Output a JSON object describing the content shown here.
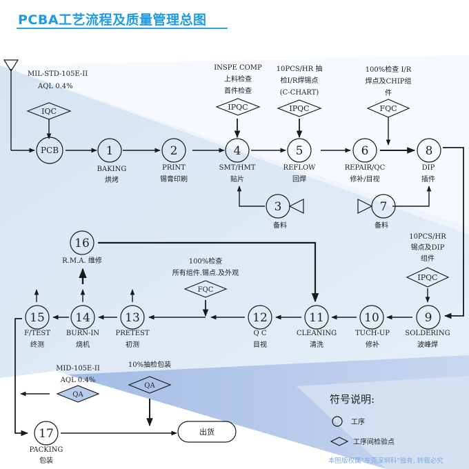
{
  "title": "PCBA工艺流程及质量管理总图",
  "colors": {
    "title": "#1f9ae6",
    "line": "#1a1a1a",
    "bg_light": "#e6eef8",
    "bg_dark": "#a9c0e6",
    "copyright": "#7fa8e6"
  },
  "start": {
    "symbol": "triangle-down",
    "standard": "MIL-STD-105E-II",
    "aql": "AQL 0.4%"
  },
  "checkpoints": {
    "iqc": {
      "label": "IQC"
    },
    "ipqc_smt": {
      "label": "IPQC",
      "notes": [
        "INSPE COMP",
        "上料检查",
        "首件检查"
      ]
    },
    "ipqc_reflow": {
      "label": "IPQC",
      "notes": [
        "10PCS/HR 抽",
        "检I/R焊锡点",
        "(C-CHART)"
      ]
    },
    "fqc_repair": {
      "label": "FQC",
      "notes": [
        "100%检查  I/R",
        "焊点及CHIP组",
        "件"
      ]
    },
    "ipqc_solder": {
      "label": "IPQC",
      "notes": [
        "10PCS/HR",
        "锡点及DIP",
        "组件"
      ]
    },
    "fqc_final": {
      "label": "FQC",
      "notes": [
        "100%检查",
        "所有组件.锡点.及外观"
      ]
    },
    "qa_mid": {
      "label": "QA",
      "notes": [
        "MID-105E-II",
        "AQL 0.4%"
      ]
    },
    "qa_pack": {
      "label": "QA",
      "notes": [
        "10%抽检包装"
      ]
    }
  },
  "nodes": {
    "pcb": {
      "label": "PCB",
      "name_en": "",
      "name_zh": ""
    },
    "n1": {
      "label": "1",
      "name_en": "BAKING",
      "name_zh": "烘烤"
    },
    "n2": {
      "label": "2",
      "name_en": "PRINT",
      "name_zh": "锡膏印刷"
    },
    "n3": {
      "label": "3",
      "name_en": "",
      "name_zh": "备料"
    },
    "n4": {
      "label": "4",
      "name_en": "SMT/HMT",
      "name_zh": "贴片"
    },
    "n5": {
      "label": "5",
      "name_en": "REFLOW",
      "name_zh": "回焊"
    },
    "n6": {
      "label": "6",
      "name_en": "REPAIR/QC",
      "name_zh": "修补/目视"
    },
    "n7": {
      "label": "7",
      "name_en": "",
      "name_zh": "备料"
    },
    "n8": {
      "label": "8",
      "name_en": "DIP",
      "name_zh": "插件"
    },
    "n9": {
      "label": "9",
      "name_en": "SOLDERING",
      "name_zh": "波峰焊"
    },
    "n10": {
      "label": "10",
      "name_en": "TUCH-UP",
      "name_zh": "修补"
    },
    "n11": {
      "label": "11",
      "name_en": "CLEANING",
      "name_zh": "清洗"
    },
    "n12": {
      "label": "12",
      "name_en": "Q C",
      "name_zh": "目视"
    },
    "n13": {
      "label": "13",
      "name_en": "PRETEST",
      "name_zh": "初测"
    },
    "n14": {
      "label": "14",
      "name_en": "BURN-IN",
      "name_zh": "烧机"
    },
    "n15": {
      "label": "15",
      "name_en": "F/TEST",
      "name_zh": "终测"
    },
    "n16": {
      "label": "16",
      "name_en": "R.M.A. 维修",
      "name_zh": ""
    },
    "n17": {
      "label": "17",
      "name_en": "PACKING",
      "name_zh": "包装"
    }
  },
  "terminal": {
    "label": "出货"
  },
  "legend": {
    "title": "符号说明:",
    "items": [
      {
        "symbol": "circle",
        "label": "工序"
      },
      {
        "symbol": "diamond",
        "label": "工序间检验点"
      }
    ]
  },
  "copyright": "本图版权属\"东莞深圳科\"独有, 转载必究"
}
